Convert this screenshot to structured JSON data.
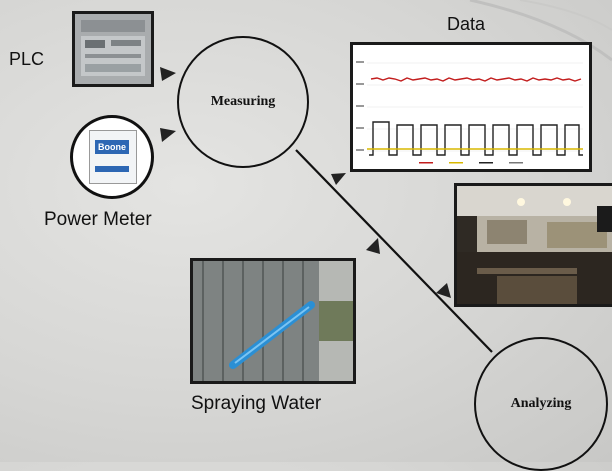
{
  "labels": {
    "plc": "PLC",
    "data": "Data",
    "power_meter": "Power Meter",
    "spraying_water": "Spraying Water"
  },
  "nodes": {
    "measuring": "Measuring",
    "analyzing": "Analyzing"
  },
  "power_meter_device": {
    "brand": "Boone"
  }
}
